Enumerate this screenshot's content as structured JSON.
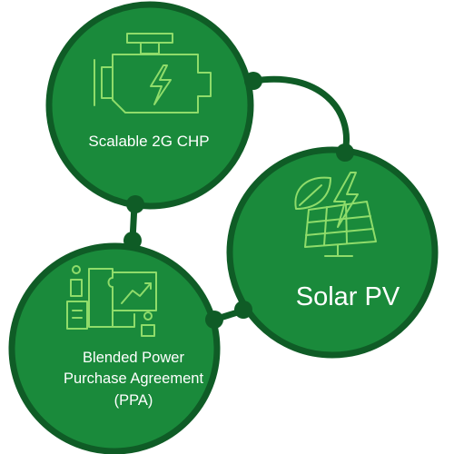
{
  "colors": {
    "circle_fill": "#1a8a3b",
    "circle_border": "#0f5c26",
    "connector": "#0f5c26",
    "icon_stroke": "#8fdc6a",
    "label_text": "#ffffff",
    "background": "#ffffff"
  },
  "nodes": {
    "chp": {
      "label": "Scalable 2G CHP",
      "icon": "engine-lightning-icon"
    },
    "solar": {
      "label": "Solar PV",
      "icon": "solar-panel-leaf-lightning-icon"
    },
    "ppa": {
      "label": "Blended Power\nPurchase Agreement\n(PPA)",
      "icon": "document-chart-people-icon"
    }
  }
}
